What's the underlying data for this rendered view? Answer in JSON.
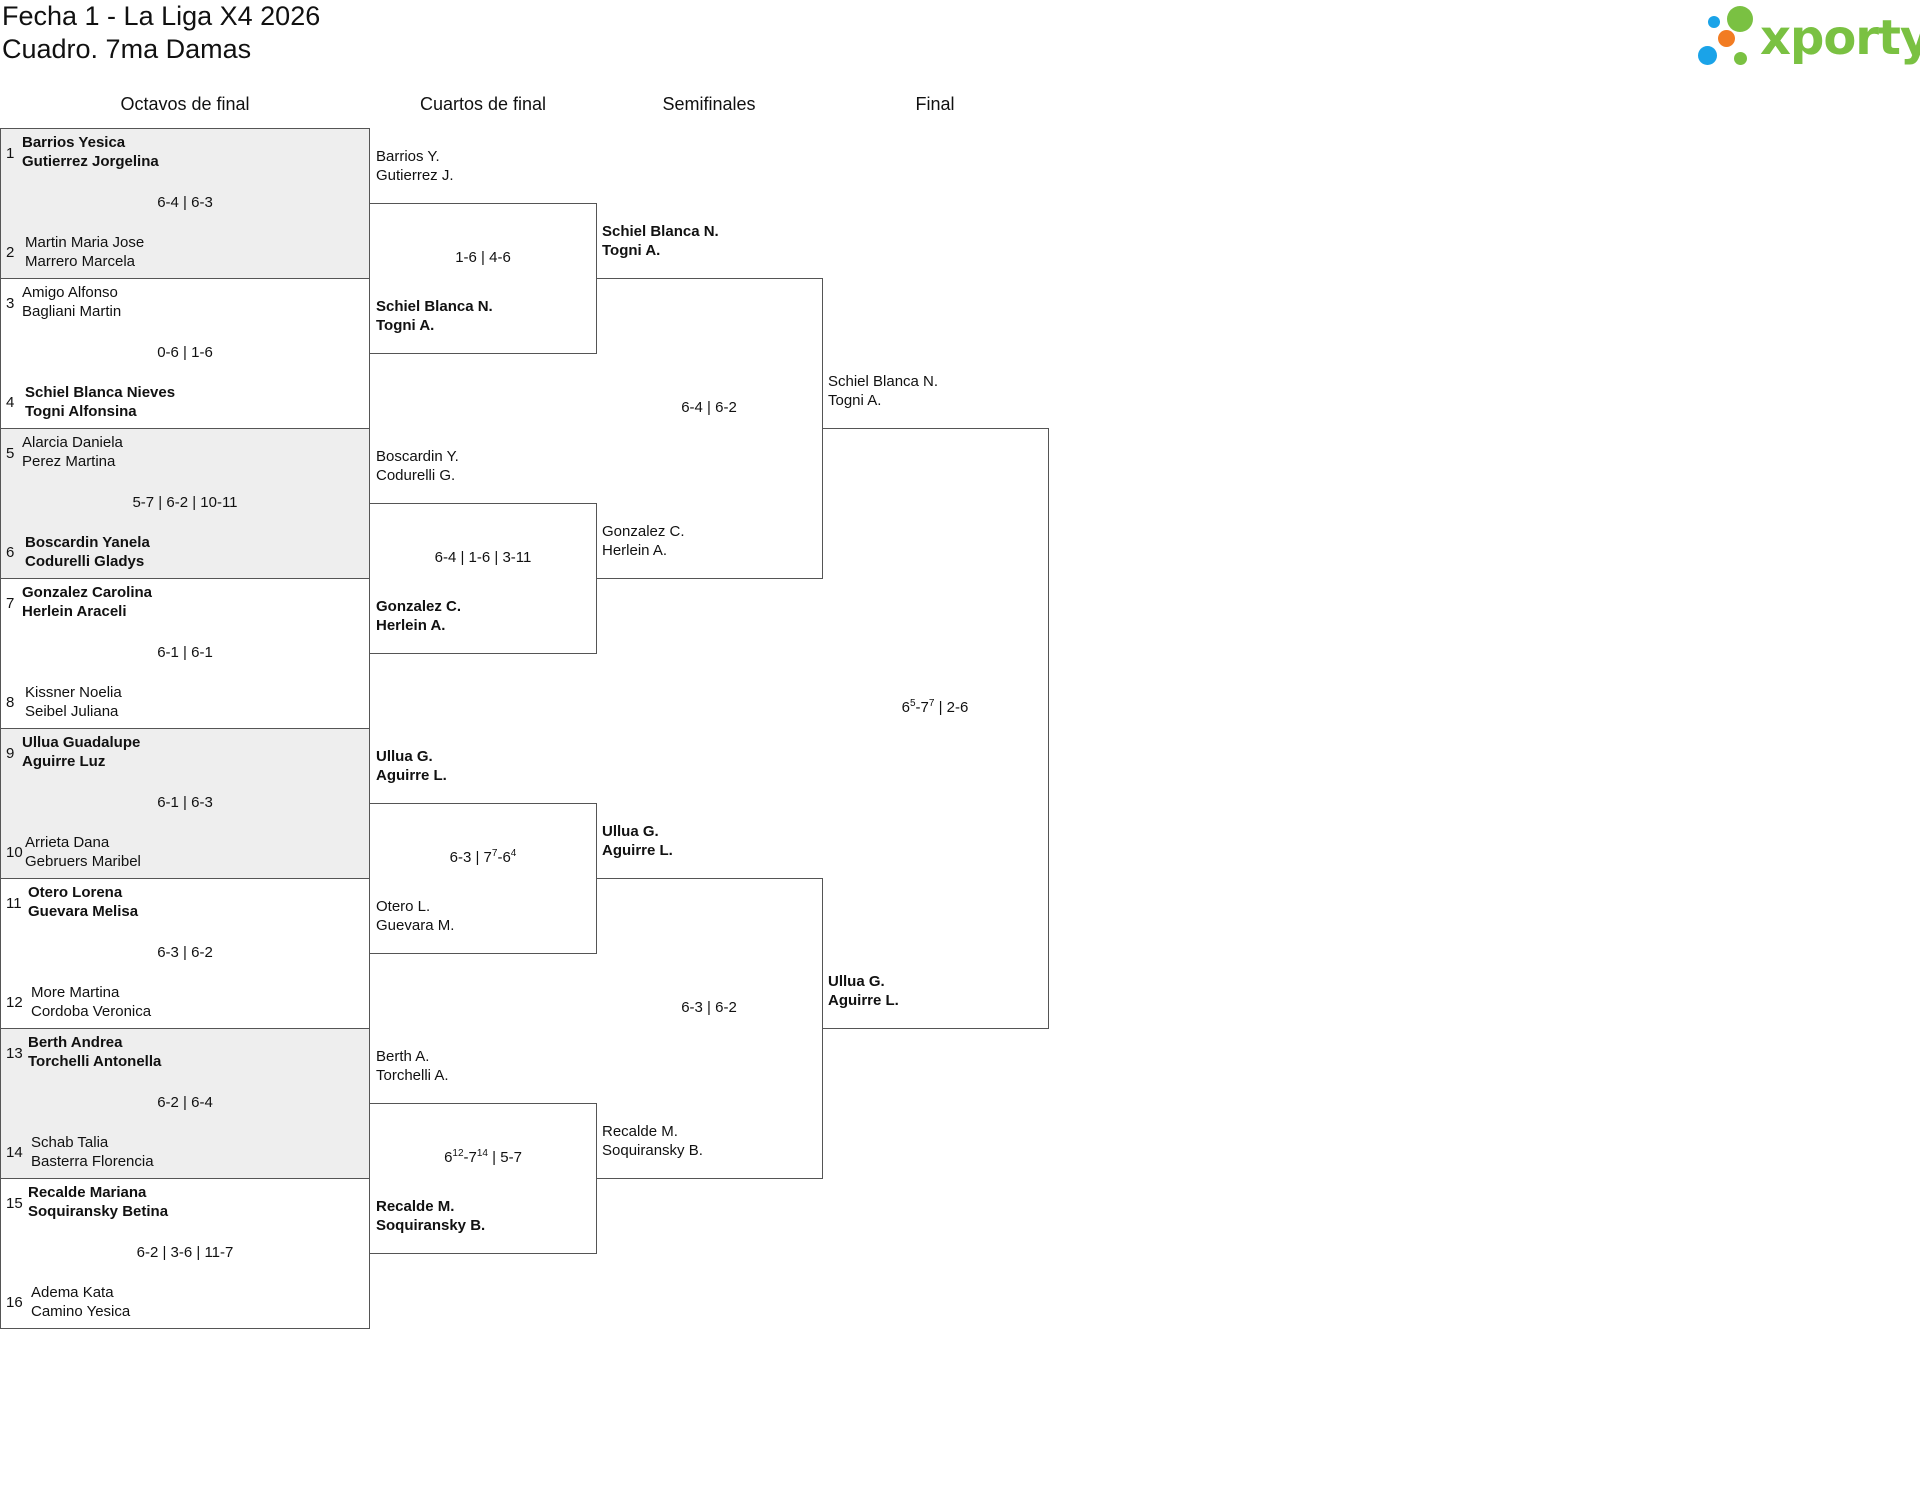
{
  "title": {
    "line1": "Fecha 1 - La Liga X4 2026",
    "line2": "Cuadro. 7ma Damas"
  },
  "logo": {
    "text": "xporty",
    "colors": {
      "text": "#7ac142",
      "green": "#7ac142",
      "orange": "#f27c22",
      "blue": "#1aa3e8"
    }
  },
  "rounds": [
    "Octavos de final",
    "Cuartos de final",
    "Semifinales",
    "Final"
  ],
  "octavos": [
    {
      "a_seed": "1",
      "a_p1": "Barrios Yesica",
      "a_p2": "Gutierrez Jorgelina",
      "b_seed": "2",
      "b_p1": "Martin Maria Jose",
      "b_p2": "Marrero Marcela",
      "score": "6-4 | 6-3",
      "winner": "a"
    },
    {
      "a_seed": "3",
      "a_p1": "Amigo Alfonso",
      "a_p2": "Bagliani Martin",
      "b_seed": "4",
      "b_p1": "Schiel Blanca Nieves",
      "b_p2": "Togni Alfonsina",
      "score": "0-6 | 1-6",
      "winner": "b"
    },
    {
      "a_seed": "5",
      "a_p1": "Alarcia Daniela",
      "a_p2": "Perez Martina",
      "b_seed": "6",
      "b_p1": "Boscardin Yanela",
      "b_p2": "Codurelli Gladys",
      "score": "5-7 | 6-2 | 10-11",
      "winner": "b"
    },
    {
      "a_seed": "7",
      "a_p1": "Gonzalez Carolina",
      "a_p2": "Herlein Araceli",
      "b_seed": "8",
      "b_p1": "Kissner Noelia",
      "b_p2": "Seibel Juliana",
      "score": "6-1 | 6-1",
      "winner": "a"
    },
    {
      "a_seed": "9",
      "a_p1": "Ullua Guadalupe",
      "a_p2": "Aguirre Luz",
      "b_seed": "10",
      "b_p1": "Arrieta Dana",
      "b_p2": "Gebruers Maribel",
      "score": "6-1 | 6-3",
      "winner": "a"
    },
    {
      "a_seed": "11",
      "a_p1": "Otero Lorena",
      "a_p2": "Guevara Melisa",
      "b_seed": "12",
      "b_p1": "More Martina",
      "b_p2": "Cordoba Veronica",
      "score": "6-3 | 6-2",
      "winner": "a"
    },
    {
      "a_seed": "13",
      "a_p1": "Berth Andrea",
      "a_p2": "Torchelli Antonella",
      "b_seed": "14",
      "b_p1": "Schab Talia",
      "b_p2": "Basterra Florencia",
      "score": "6-2 | 6-4",
      "winner": "a"
    },
    {
      "a_seed": "15",
      "a_p1": "Recalde Mariana",
      "a_p2": "Soquiransky Betina",
      "b_seed": "16",
      "b_p1": "Adema Kata",
      "b_p2": "Camino Yesica",
      "score": "6-2 | 3-6 | 11-7",
      "winner": "a"
    }
  ],
  "cuartos": [
    {
      "a_p1": "Barrios Y.",
      "a_p2": "Gutierrez J.",
      "b_p1": "Schiel Blanca N.",
      "b_p2": "Togni A.",
      "score_html": "1-6 | 4-6",
      "winner": "b"
    },
    {
      "a_p1": "Boscardin Y.",
      "a_p2": "Codurelli G.",
      "b_p1": "Gonzalez C.",
      "b_p2": "Herlein A.",
      "score_html": "6-4 | 1-6 | 3-11",
      "winner": "b"
    },
    {
      "a_p1": "Ullua G.",
      "a_p2": "Aguirre L.",
      "b_p1": "Otero L.",
      "b_p2": "Guevara M.",
      "score_html": "6-3 | 7<sup>7</sup>-6<sup>4</sup>",
      "winner": "a"
    },
    {
      "a_p1": "Berth A.",
      "a_p2": "Torchelli A.",
      "b_p1": "Recalde M.",
      "b_p2": "Soquiransky B.",
      "score_html": "6<sup>12</sup>-7<sup>14</sup> | 5-7",
      "winner": "b"
    }
  ],
  "semis": [
    {
      "a_p1": "Schiel Blanca N.",
      "a_p2": "Togni A.",
      "b_p1": "Gonzalez C.",
      "b_p2": "Herlein A.",
      "score_html": "6-4 | 6-2",
      "winner": "a"
    },
    {
      "a_p1": "Ullua G.",
      "a_p2": "Aguirre L.",
      "b_p1": "Recalde M.",
      "b_p2": "Soquiransky B.",
      "score_html": "6-3 | 6-2",
      "winner": "a"
    }
  ],
  "final": [
    {
      "a_p1": "Schiel Blanca N.",
      "a_p2": "Togni A.",
      "b_p1": "Ullua G.",
      "b_p2": "Aguirre L.",
      "score_html": "6<sup>5</sup>-7<sup>7</sup> | 2-6",
      "winner": "b"
    }
  ]
}
